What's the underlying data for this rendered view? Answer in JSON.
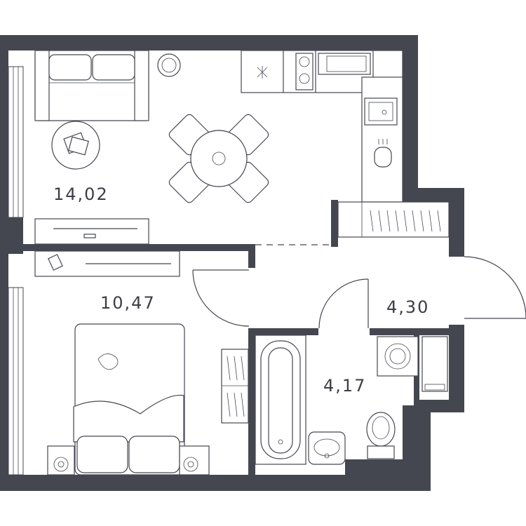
{
  "colors": {
    "wall": "#454750",
    "background": "#ffffff",
    "text": "#3c3d45"
  },
  "rooms": {
    "living": {
      "area": "14,02"
    },
    "bedroom": {
      "area": "10,47"
    },
    "hall": {
      "area": "4,30"
    },
    "bathroom": {
      "area": "4,17"
    }
  },
  "icons": [
    "sofa-icon",
    "armchair-icon",
    "dining-table-icon",
    "stove-icon",
    "sink-icon",
    "bathtub-icon",
    "toilet-icon",
    "washing-machine-icon",
    "bed-icon",
    "wardrobe-icon",
    "tv-stand-icon"
  ]
}
